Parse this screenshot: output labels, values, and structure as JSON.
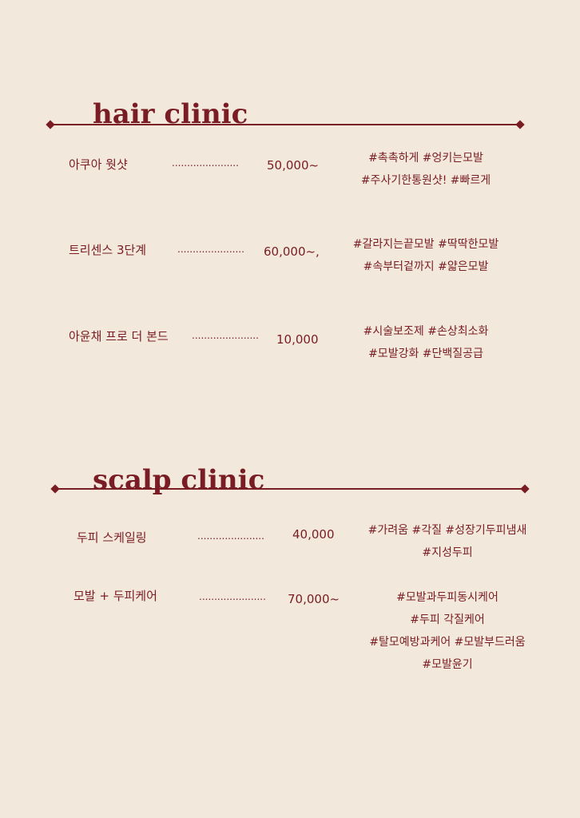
{
  "hair": {
    "title": "hair clinic",
    "items": [
      {
        "name": "아쿠아 웟샷",
        "dots": "......................",
        "price": "50,000~",
        "tags": [
          "#촉촉하게 #엉키는모발",
          "#주사기한통원샷! #빠르게"
        ]
      },
      {
        "name": "트리센스 3단계",
        "dots": "......................",
        "price": "60,000~,",
        "tags": [
          "#갈라지는끝모발 #딱딱한모발",
          "#속부터겉까지  #얇은모발"
        ]
      },
      {
        "name": "아윤채 프로 더 본드",
        "dots": "......................",
        "price": "10,000",
        "tags": [
          "#시술보조제 #손상최소화",
          "#모발강화 #단백질공급"
        ]
      }
    ]
  },
  "scalp": {
    "title": "scalp clinic",
    "items": [
      {
        "name": "두피 스케일링",
        "dots": "......................",
        "price": "40,000",
        "tags": [
          "#가려움 #각질 #성장기두피냄새",
          "#지성두피"
        ]
      },
      {
        "name": "모발 + 두피케어",
        "dots": "......................",
        "price": "70,000~",
        "tags": [
          "#모발과두피동시케어",
          "#두피 각질케어",
          "#탈모예방과케어 #모발부드러움",
          "#모발윤기"
        ]
      }
    ]
  },
  "colors": {
    "background": "#f2e9dc",
    "accent": "#7a1c24"
  }
}
